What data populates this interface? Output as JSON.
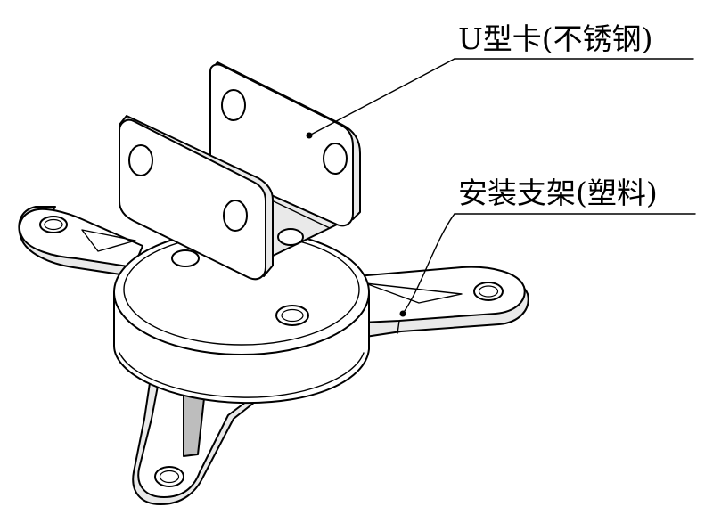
{
  "callouts": [
    {
      "id": "u-clamp",
      "text": "U型卡(不锈钢)"
    },
    {
      "id": "mount-bracket",
      "text": "安装支架(塑料)"
    }
  ]
}
